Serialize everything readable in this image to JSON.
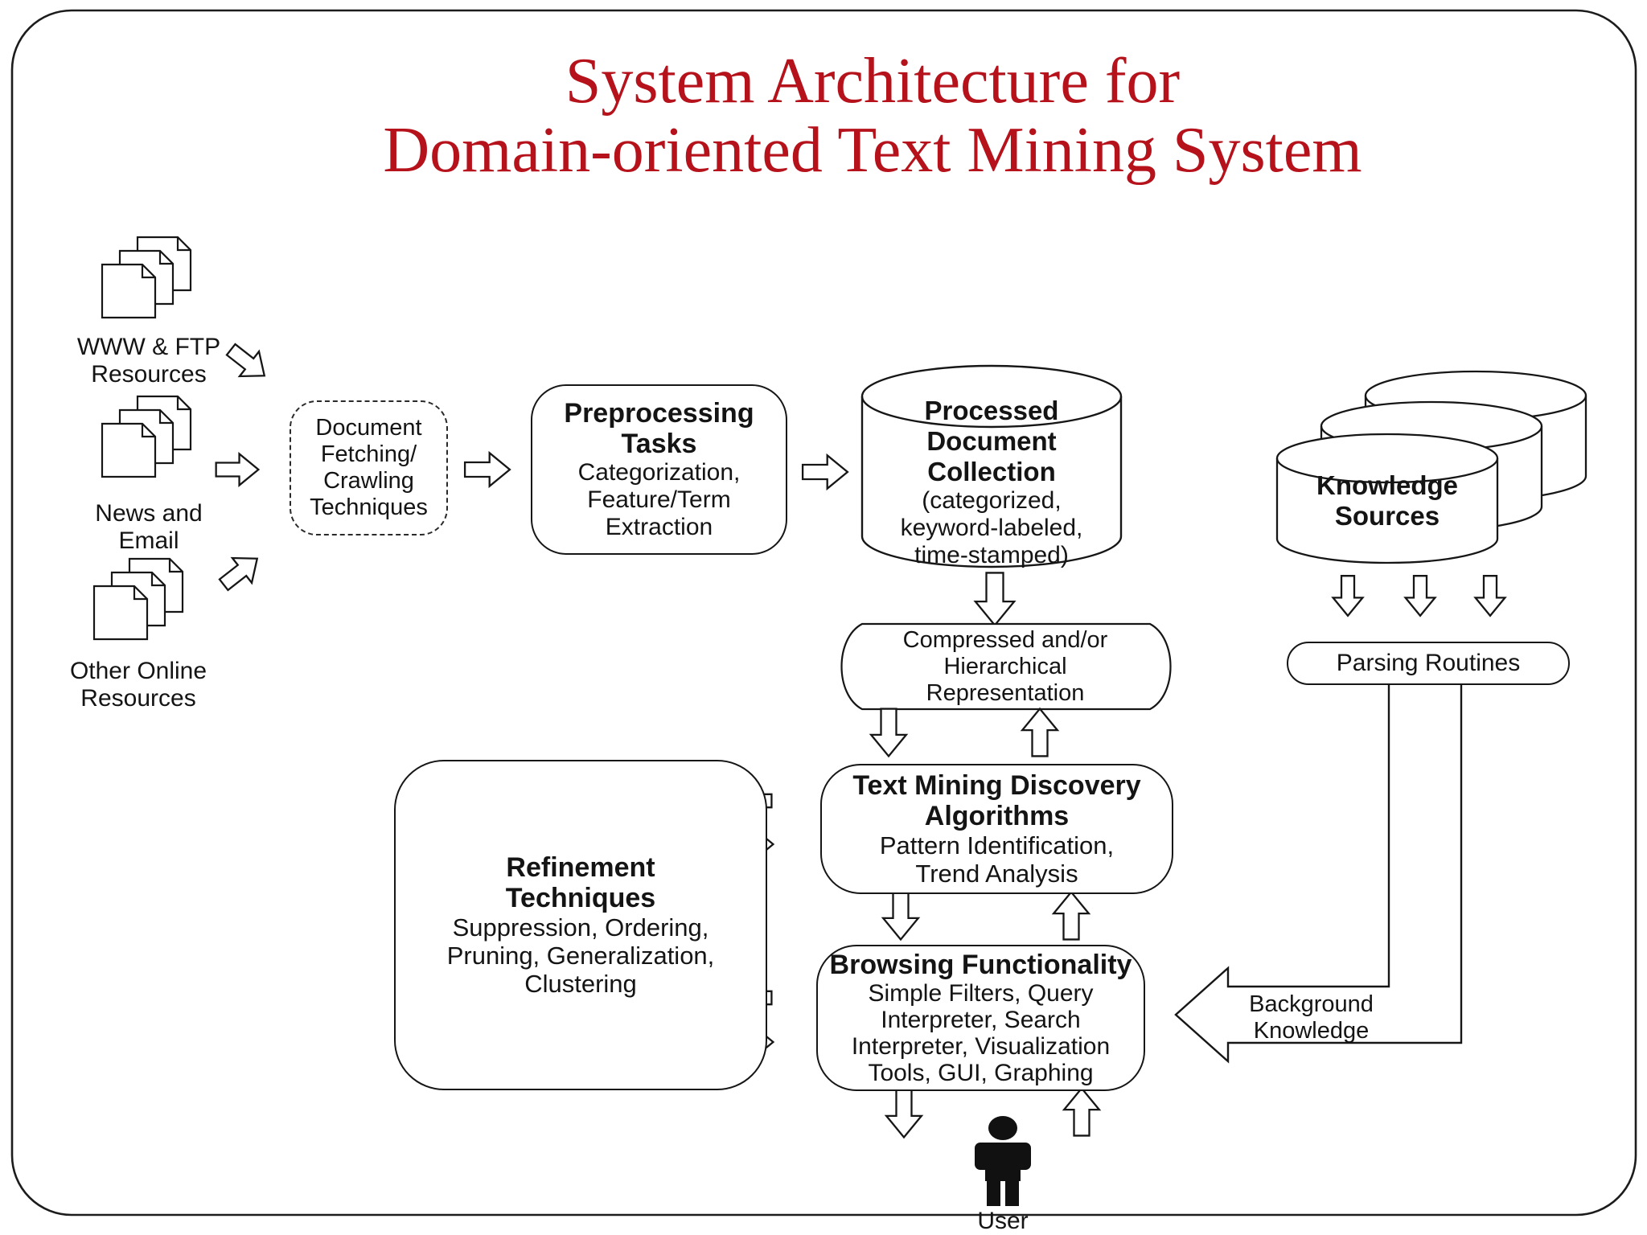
{
  "title": {
    "line1": "System Architecture for",
    "line2": "Domain-oriented Text Mining System"
  },
  "colors": {
    "title_red": "#b5121b",
    "ink": "#141414"
  },
  "sources": [
    {
      "line1": "WWW & FTP",
      "line2": "Resources"
    },
    {
      "line1": "News and",
      "line2": "Email"
    },
    {
      "line1": "Other Online",
      "line2": "Resources"
    }
  ],
  "nodes": {
    "document_fetching": {
      "lines": [
        "Document",
        "Fetching/",
        "Crawling",
        "Techniques"
      ]
    },
    "preprocessing": {
      "title_lines": [
        "Preprocessing",
        "Tasks"
      ],
      "detail_lines": [
        "Categorization,",
        "Feature/Term",
        "Extraction"
      ]
    },
    "processed_collection": {
      "title_lines": [
        "Processed",
        "Document",
        "Collection"
      ],
      "detail_lines": [
        "(categorized,",
        "keyword-labeled,",
        "time-stamped)"
      ]
    },
    "knowledge_sources": {
      "title_lines": [
        "Knowledge",
        "Sources"
      ]
    },
    "parsing_routines": {
      "label": "Parsing Routines"
    },
    "compressed_representation": {
      "lines": [
        "Compressed and/or",
        "Hierarchical",
        "Representation"
      ]
    },
    "text_mining": {
      "title_lines": [
        "Text Mining Discovery",
        "Algorithms"
      ],
      "detail_lines": [
        "Pattern Identification,",
        "Trend Analysis"
      ]
    },
    "refinement": {
      "title_lines": [
        "Refinement",
        "Techniques"
      ],
      "detail_lines": [
        "Suppression, Ordering,",
        "Pruning, Generalization,",
        "Clustering"
      ]
    },
    "browsing": {
      "title_line": "Browsing Functionality",
      "detail_lines": [
        "Simple Filters, Query",
        "Interpreter, Search",
        "Interpreter, Visualization",
        "Tools, GUI, Graphing"
      ]
    },
    "background_knowledge": {
      "lines": [
        "Background",
        "Knowledge"
      ]
    },
    "user": {
      "label": "User"
    }
  }
}
